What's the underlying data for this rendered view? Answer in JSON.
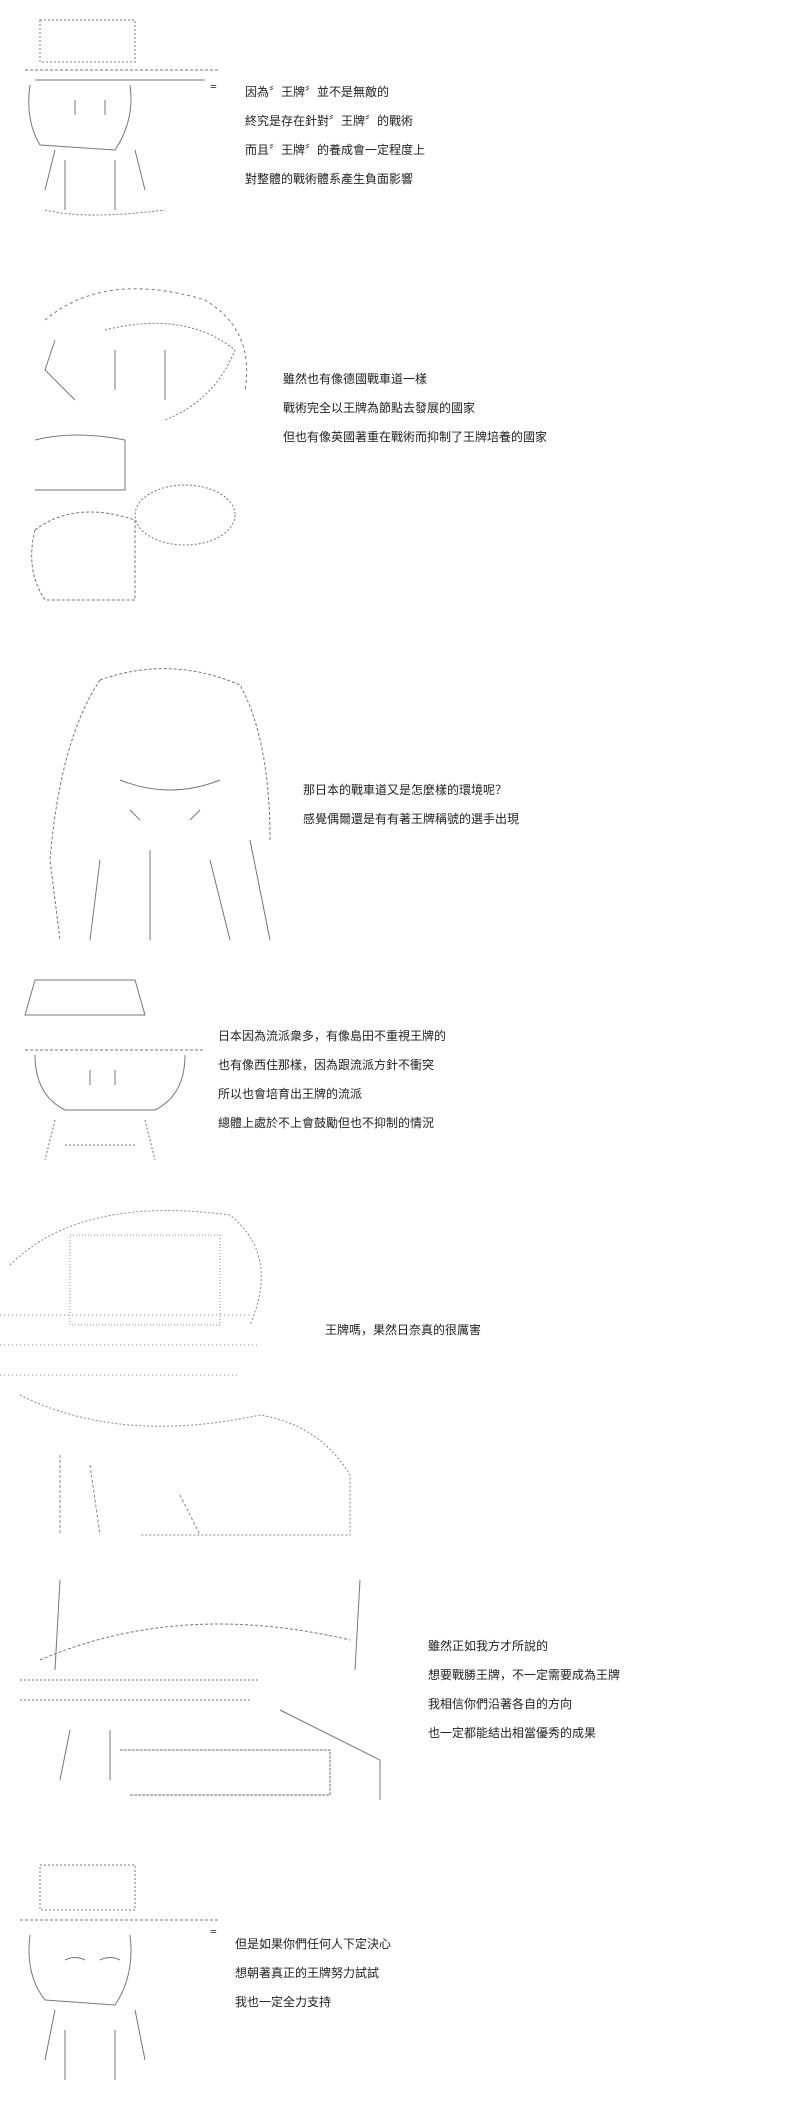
{
  "panels": [
    {
      "lines": [
        "因為〞王牌〞並不是無敵的",
        "終究是存在針對〞王牌〞的戰術",
        "而且〞王牌〞的養成會一定程度上",
        "對整體的戰術體系產生負面影響"
      ]
    },
    {
      "lines": [
        "雖然也有像德國戰車道一樣",
        "戰術完全以王牌為節點去發展的國家",
        "但也有像英國著重在戰術而抑制了王牌培養的國家"
      ]
    },
    {
      "lines": [
        "那日本的戰車道又是怎麼樣的環境呢？",
        "感覺偶爾還是有有著王牌稱號的選手出現"
      ]
    },
    {
      "lines": [
        "日本因為流派衆多，有像島田不重視王牌的",
        "也有像西住那樣，因為跟流派方針不衝突",
        "所以也會培育出王牌的流派",
        "總體上處於不上會鼓勵但也不抑制的情況"
      ]
    },
    {
      "lines": [
        "王牌嗎，果然日奈真的很厲害"
      ]
    },
    {
      "lines": [
        "雖然正如我方才所說的",
        "想要戰勝王牌，不一定需要成為王牌",
        "我相信你們沿著各自的方向",
        "也一定都能結出相當優秀的成果"
      ]
    },
    {
      "lines": [
        "但是如果你們任何人下定決心",
        "想朝著真正的王牌努力試試",
        "我也一定全力支持"
      ]
    }
  ]
}
